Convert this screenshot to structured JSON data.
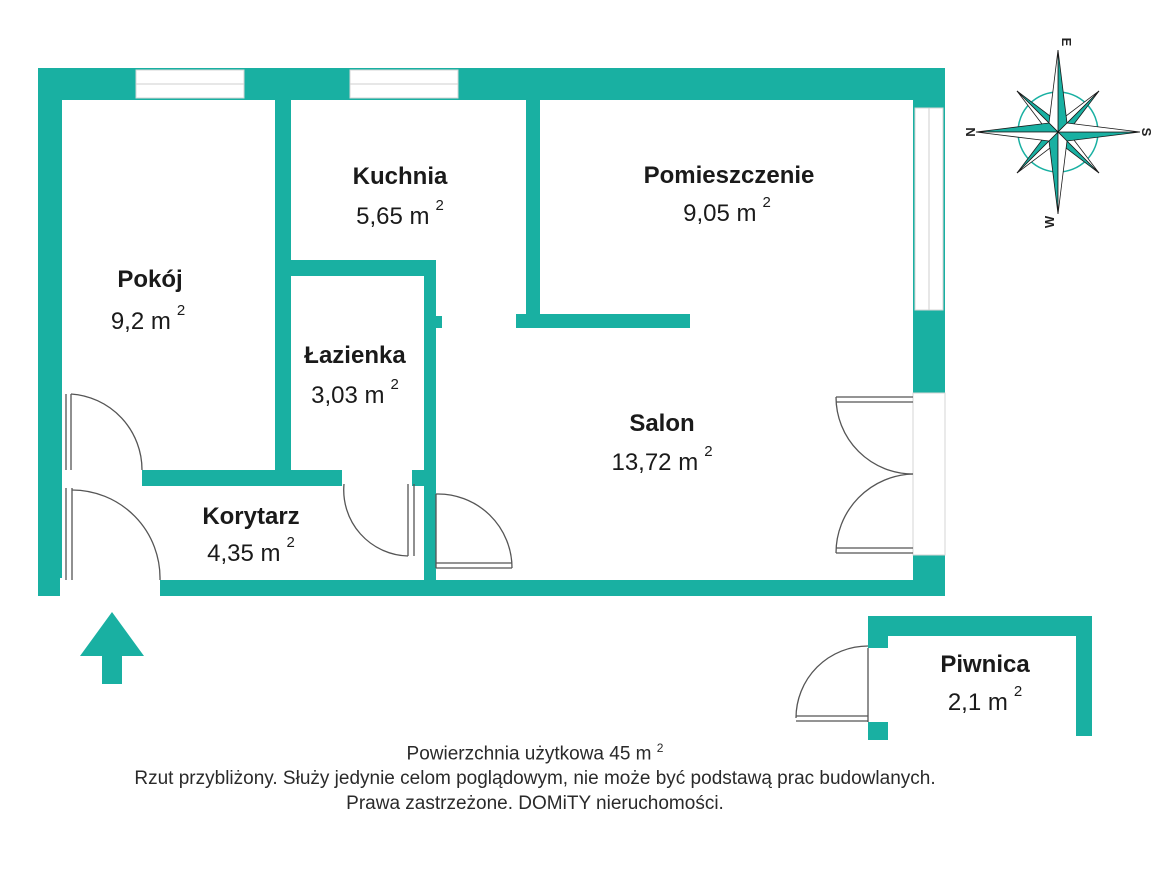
{
  "colors": {
    "wall": "#19b0a2",
    "window_fill": "#ffffff",
    "door_line": "#555555",
    "text": "#1a1a1a"
  },
  "compass": {
    "n": "N",
    "e": "E",
    "s": "S",
    "w": "W"
  },
  "rooms": {
    "pokoj": {
      "name": "Pokój",
      "area": "9,2 m",
      "exp": "2"
    },
    "kuchnia": {
      "name": "Kuchnia",
      "area": "5,65 m",
      "exp": "2"
    },
    "pomieszczenie": {
      "name": "Pomieszczenie",
      "area": "9,05 m",
      "exp": "2"
    },
    "lazienka": {
      "name": "Łazienka",
      "area": "3,03 m",
      "exp": "2"
    },
    "salon": {
      "name": "Salon",
      "area": "13,72 m",
      "exp": "2"
    },
    "korytarz": {
      "name": "Korytarz",
      "area": "4,35 m",
      "exp": "2"
    },
    "piwnica": {
      "name": "Piwnica",
      "area": "2,1 m",
      "exp": "2"
    }
  },
  "notes": {
    "total_prefix": "Powierzchnia użytkowa 45 m",
    "total_exp": "2",
    "disclaimer": "Rzut przybliżony. Służy jedynie celom poglądowym, nie może być podstawą prac budowlanych.",
    "rights": "Prawa zastrzeżone. DOMiTY nieruchomości."
  }
}
